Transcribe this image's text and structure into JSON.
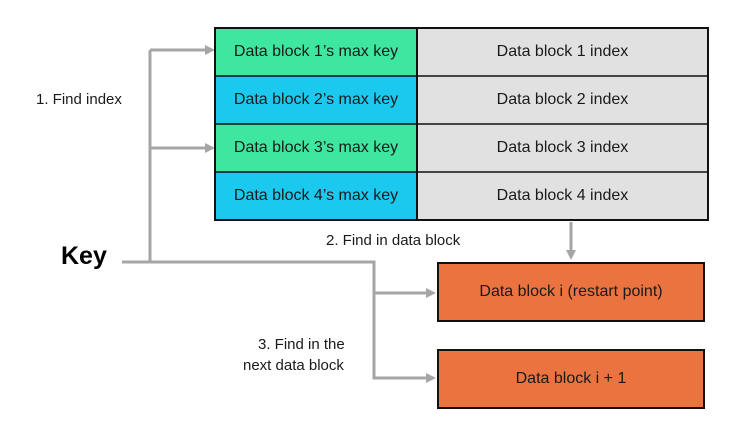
{
  "index_table": {
    "rows": [
      {
        "max_key": "Data block 1’s max key",
        "index": "Data block 1 index",
        "color": "#3fe6a0"
      },
      {
        "max_key": "Data block 2’s max key",
        "index": "Data block 2 index",
        "color": "#1bc9ee"
      },
      {
        "max_key": "Data block 3’s max key",
        "index": "Data block 3 index",
        "color": "#3fe6a0"
      },
      {
        "max_key": "Data block 4’s max key",
        "index": "Data block 4 index",
        "color": "#1bc9ee"
      }
    ],
    "index_cell_color": "#e1e1e1"
  },
  "key": "Key",
  "steps": {
    "step1": "1. Find index",
    "step2": "2. Find in data block",
    "step3_line1": "3. Find in the",
    "step3_line2": "next data block"
  },
  "data_blocks": {
    "block_i": "Data block i (restart point)",
    "block_i_plus_1": "Data block i + 1",
    "color": "#ea7340"
  },
  "arrow_color": "#a6a6a6"
}
